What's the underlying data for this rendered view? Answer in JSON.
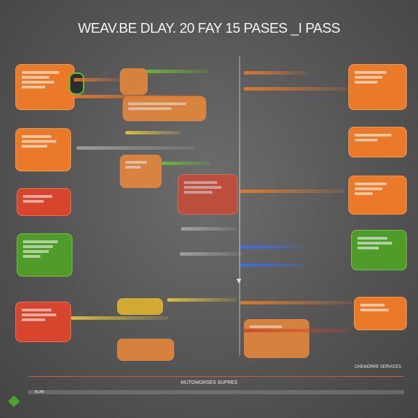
{
  "title": "WEAV.BE DLAY. 20 FAY 15 PASES _I PASS",
  "left_boxes": [
    {
      "text": "",
      "color": "orange"
    },
    {
      "text": "",
      "color": "orange"
    },
    {
      "text": "",
      "color": "red"
    },
    {
      "text": "",
      "color": "green"
    },
    {
      "text": "",
      "color": "red"
    }
  ],
  "right_boxes": [
    {
      "text": "",
      "color": "orange"
    },
    {
      "text": "",
      "color": "orange"
    },
    {
      "text": "",
      "color": "orange"
    },
    {
      "text": "",
      "color": "green"
    },
    {
      "text": "",
      "color": "orange"
    }
  ],
  "footer": {
    "middle": "MUTOMORSES SUPRES",
    "right": "CHEMORRE SERVICES",
    "left": "BLAN"
  },
  "colors": {
    "orange": "#ea7a2a",
    "red": "#d8452d",
    "green": "#4f9c2a",
    "yellow": "#e6b82e",
    "blue": "#3c6ee6"
  }
}
